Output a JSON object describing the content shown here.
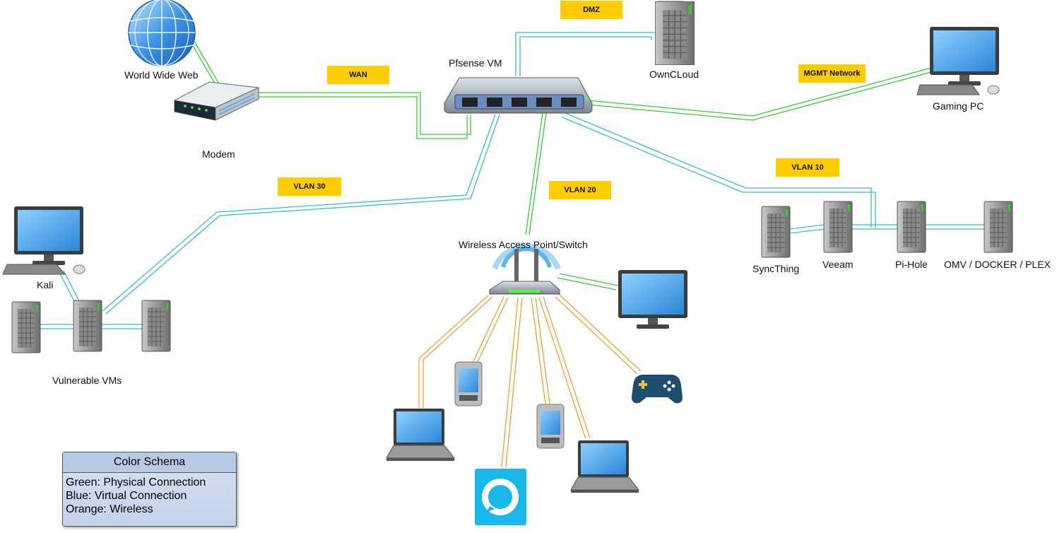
{
  "nodes": {
    "www": "World Wide Web",
    "modem": "Modem",
    "pfsense": "Pfsense VM",
    "owncloud": "OwnCLoud",
    "gaming_pc": "Gaming PC",
    "kali": "Kali",
    "vulnerable_vms": "Vulnerable VMs",
    "wap": "Wireless Access Point/Switch",
    "syncthing": "SyncThing",
    "veeam": "Veeam",
    "pihole": "Pi-Hole",
    "omv": "OMV / DOCKER / PLEX"
  },
  "tags": {
    "dmz": "DMZ",
    "wan": "WAN",
    "mgmt": "MGMT Network",
    "vlan10": "VLAN 10",
    "vlan20": "VLAN 20",
    "vlan30": "VLAN 30"
  },
  "legend": {
    "title": "Color Schema",
    "green": "Green: Physical Connection",
    "blue": "Blue: Virtual Connection",
    "orange": "Orange: Wireless"
  },
  "colors": {
    "physical": "#33cc33",
    "virtual": "#33bbdd",
    "wireless": "#f0a030",
    "tag": "#ffcc00"
  }
}
